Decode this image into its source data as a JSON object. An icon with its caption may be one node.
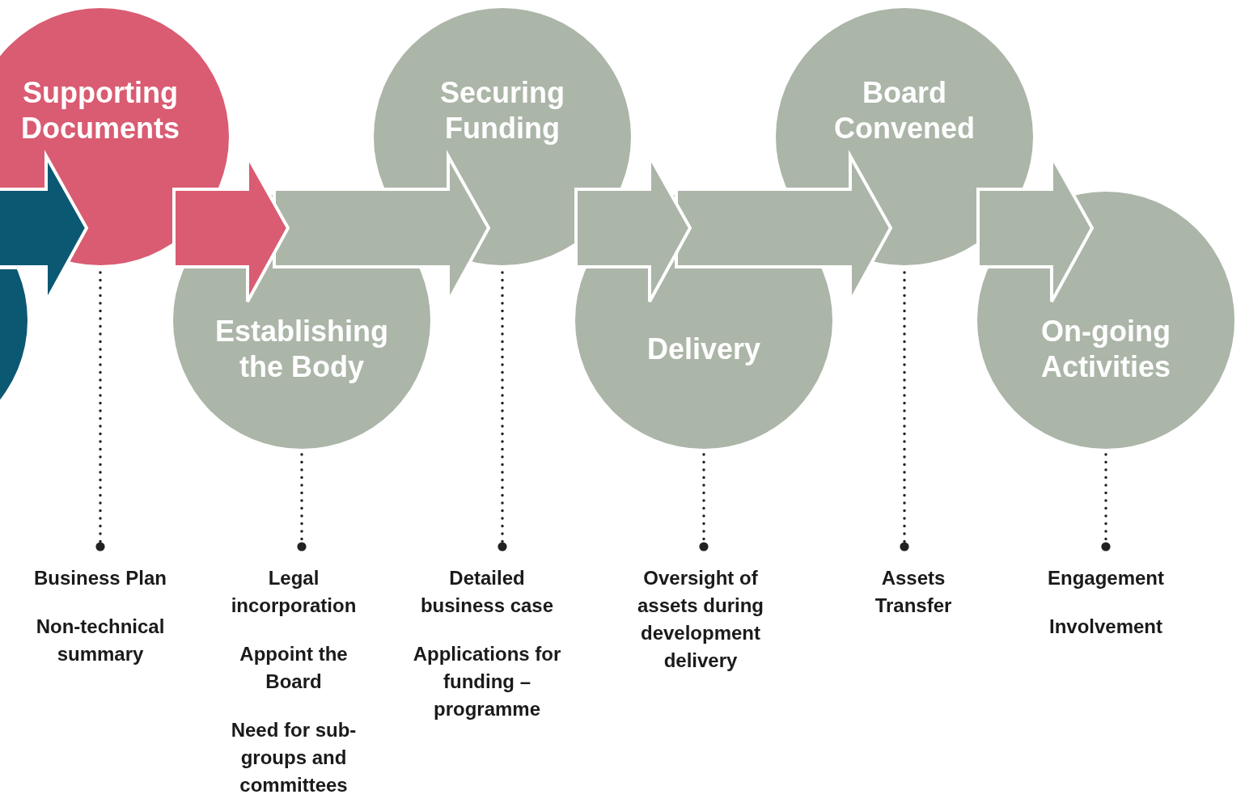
{
  "diagram": {
    "nodes": [
      {
        "text": [],
        "shape": "circle"
      },
      {
        "text": [
          "Supporting Documents"
        ]
      },
      {
        "text": [
          "Establishing the Body"
        ]
      },
      {
        "text": [
          "Securing Funding"
        ]
      },
      {
        "text": [
          "Delivery"
        ]
      },
      {
        "text": [
          "Board Convened"
        ]
      },
      {
        "text": [
          "On-going Activities"
        ]
      },
      {
        "text": [
          "Business Plan",
          "Non-technical summary"
        ]
      },
      {
        "text": [
          "Legal incorporation",
          "Appoint the Board",
          "Need for sub-groups and committees"
        ]
      },
      {
        "text": [
          "Detailed business case",
          "Applications for funding – programme"
        ]
      },
      {
        "text": [
          "Oversight of assets during development delivery"
        ]
      },
      {
        "text": [
          "Assets Transfer"
        ]
      },
      {
        "text": [
          "Engagement",
          "Involvement"
        ]
      }
    ],
    "edges": [
      {
        "from": 0,
        "to": 1,
        "arrow": "to",
        "style": "thick",
        "color": "#0b5873"
      },
      {
        "from": 1,
        "to": 2,
        "arrow": "to",
        "style": "thick",
        "color": "#d95c72"
      },
      {
        "from": 2,
        "to": 3,
        "arrow": "to",
        "style": "thick"
      },
      {
        "from": 3,
        "to": 4,
        "arrow": "to",
        "style": "thick"
      },
      {
        "from": 4,
        "to": 5,
        "arrow": "to",
        "style": "thick"
      },
      {
        "from": 5,
        "to": 6,
        "arrow": "to",
        "style": "thick"
      },
      {
        "from": 1,
        "to": 7,
        "arrow": "other",
        "style": "dashed",
        "color": "#222222"
      },
      {
        "from": 2,
        "to": 8,
        "arrow": "other",
        "style": "dashed",
        "color": "#222222"
      },
      {
        "from": 3,
        "to": 9,
        "arrow": "other",
        "style": "dashed",
        "color": "#222222"
      },
      {
        "from": 4,
        "to": 10,
        "arrow": "other",
        "style": "dashed",
        "color": "#222222"
      },
      {
        "from": 5,
        "to": 11,
        "arrow": "other",
        "style": "dashed",
        "color": "#222222"
      },
      {
        "from": 6,
        "to": 12,
        "arrow": "other",
        "style": "dashed",
        "color": "#222222"
      }
    ]
  }
}
